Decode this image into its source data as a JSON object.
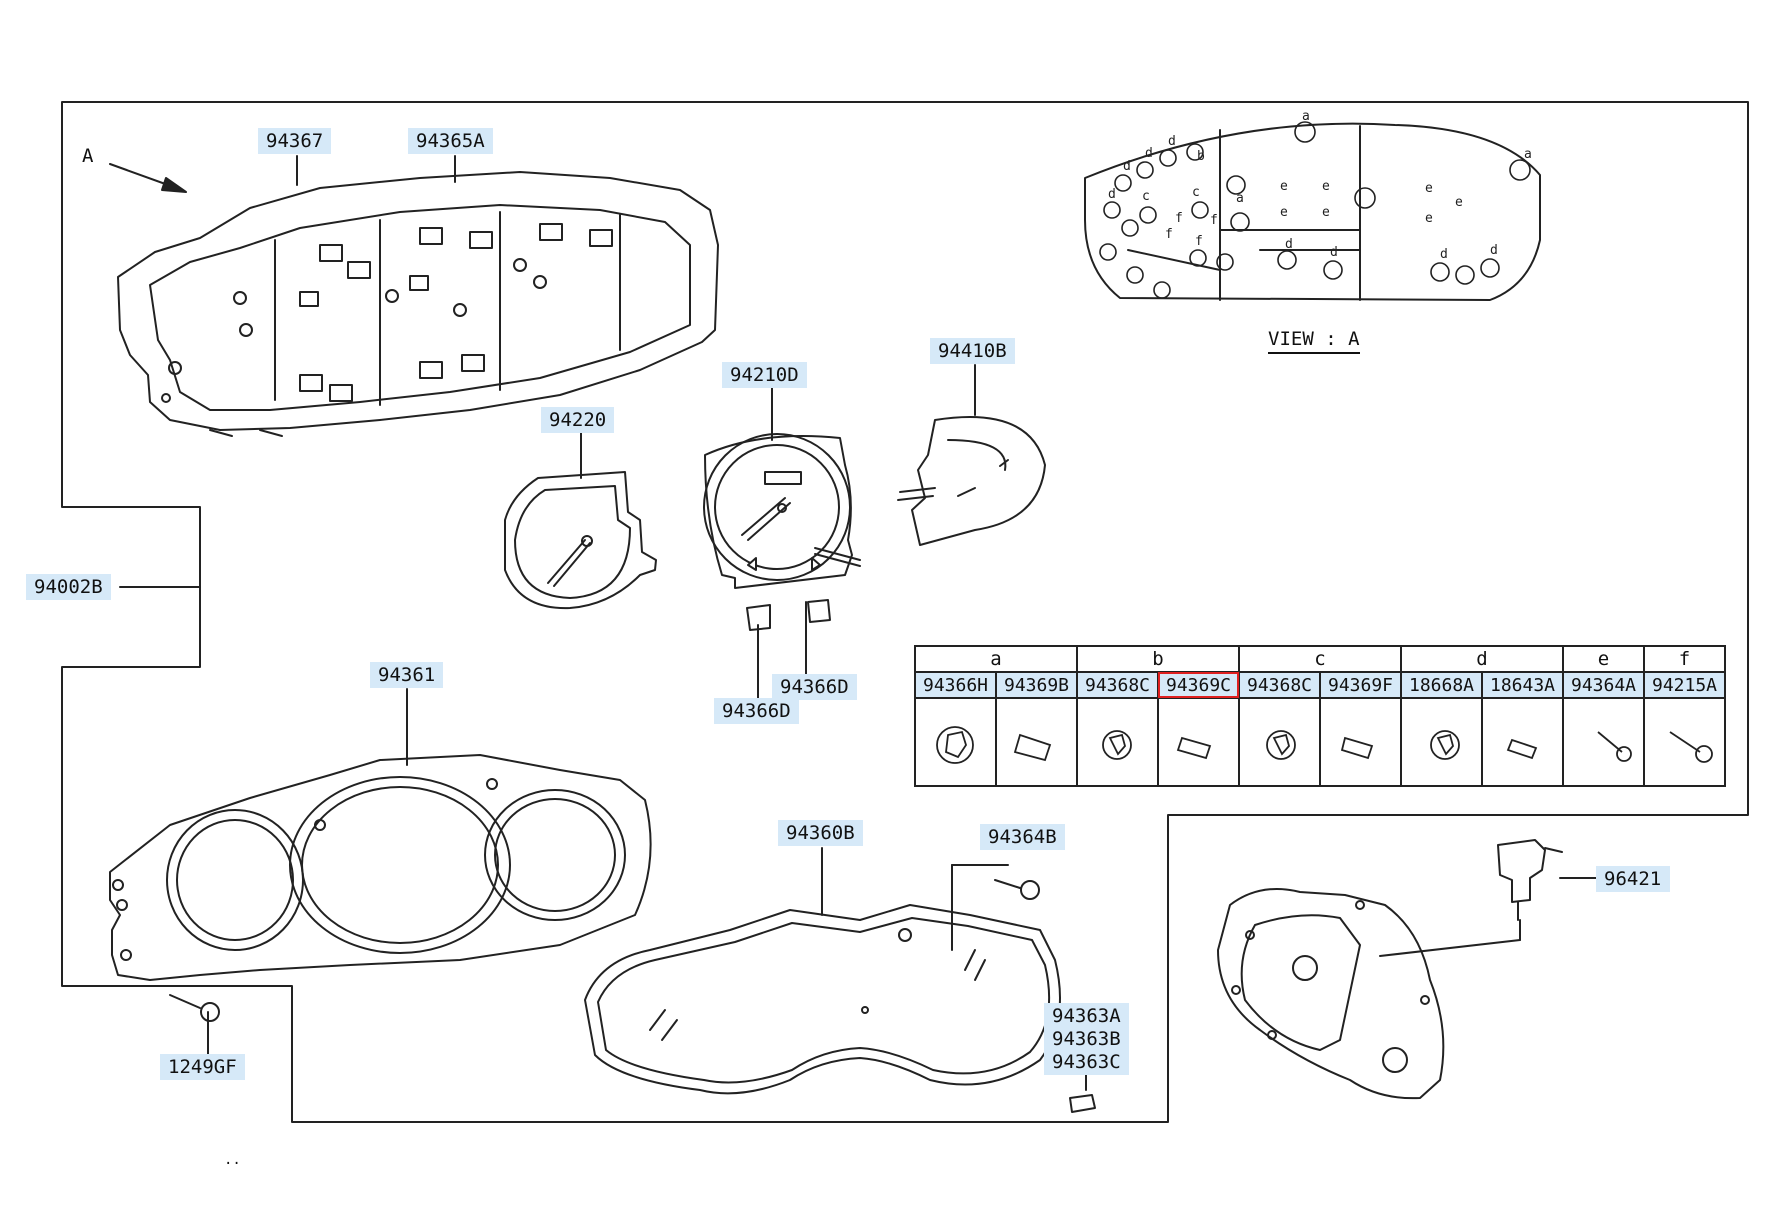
{
  "diagram": {
    "callouts": [
      {
        "id": "p94367",
        "label": "94367"
      },
      {
        "id": "p94365A",
        "label": "94365A"
      },
      {
        "id": "p94210D",
        "label": "94210D"
      },
      {
        "id": "p94410B",
        "label": "94410B"
      },
      {
        "id": "p94220",
        "label": "94220"
      },
      {
        "id": "p94002B",
        "label": "94002B"
      },
      {
        "id": "p94361",
        "label": "94361"
      },
      {
        "id": "p94366D_a",
        "label": "94366D"
      },
      {
        "id": "p94366D_b",
        "label": "94366D"
      },
      {
        "id": "p94360B",
        "label": "94360B"
      },
      {
        "id": "p94364B",
        "label": "94364B"
      },
      {
        "id": "p96421",
        "label": "96421"
      },
      {
        "id": "p1249GF",
        "label": "1249GF"
      },
      {
        "id": "p94363A",
        "label": "94363A"
      },
      {
        "id": "p94363B",
        "label": "94363B"
      },
      {
        "id": "p94363C",
        "label": "94363C"
      }
    ],
    "view_arrow_letter": "A",
    "view_label": "VIEW : A",
    "bulb_positions": [
      "a",
      "b",
      "c",
      "d",
      "e",
      "f"
    ],
    "stray_mark": "..",
    "table": {
      "groups": [
        {
          "letter": "a",
          "parts": [
            "94366H",
            "94369B"
          ]
        },
        {
          "letter": "b",
          "parts": [
            "94368C",
            "94369C"
          ]
        },
        {
          "letter": "c",
          "parts": [
            "94368C",
            "94369F"
          ]
        },
        {
          "letter": "d",
          "parts": [
            "18668A",
            "18643A"
          ]
        },
        {
          "letter": "e",
          "parts": [
            "94364A"
          ]
        },
        {
          "letter": "f",
          "parts": [
            "94215A"
          ]
        }
      ],
      "selected_part": "94369C",
      "highlight_color": "#e02020",
      "label_bg": "#d6e9f8"
    }
  }
}
